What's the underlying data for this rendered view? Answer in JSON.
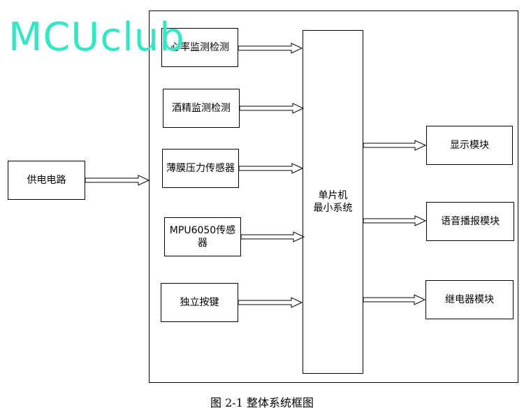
{
  "diagram": {
    "power_supply": "供电电路",
    "mcu": "单片机\n最小系统",
    "inputs": [
      "心率监测检测",
      "酒精监测检测",
      "薄膜压力传感器",
      "MPU6050传感器",
      "独立按键"
    ],
    "outputs": [
      "显示模块",
      "语音播报模块",
      "继电器模块"
    ]
  },
  "watermark": "MCUclub",
  "caption": "图 2-1  整体系统框图"
}
